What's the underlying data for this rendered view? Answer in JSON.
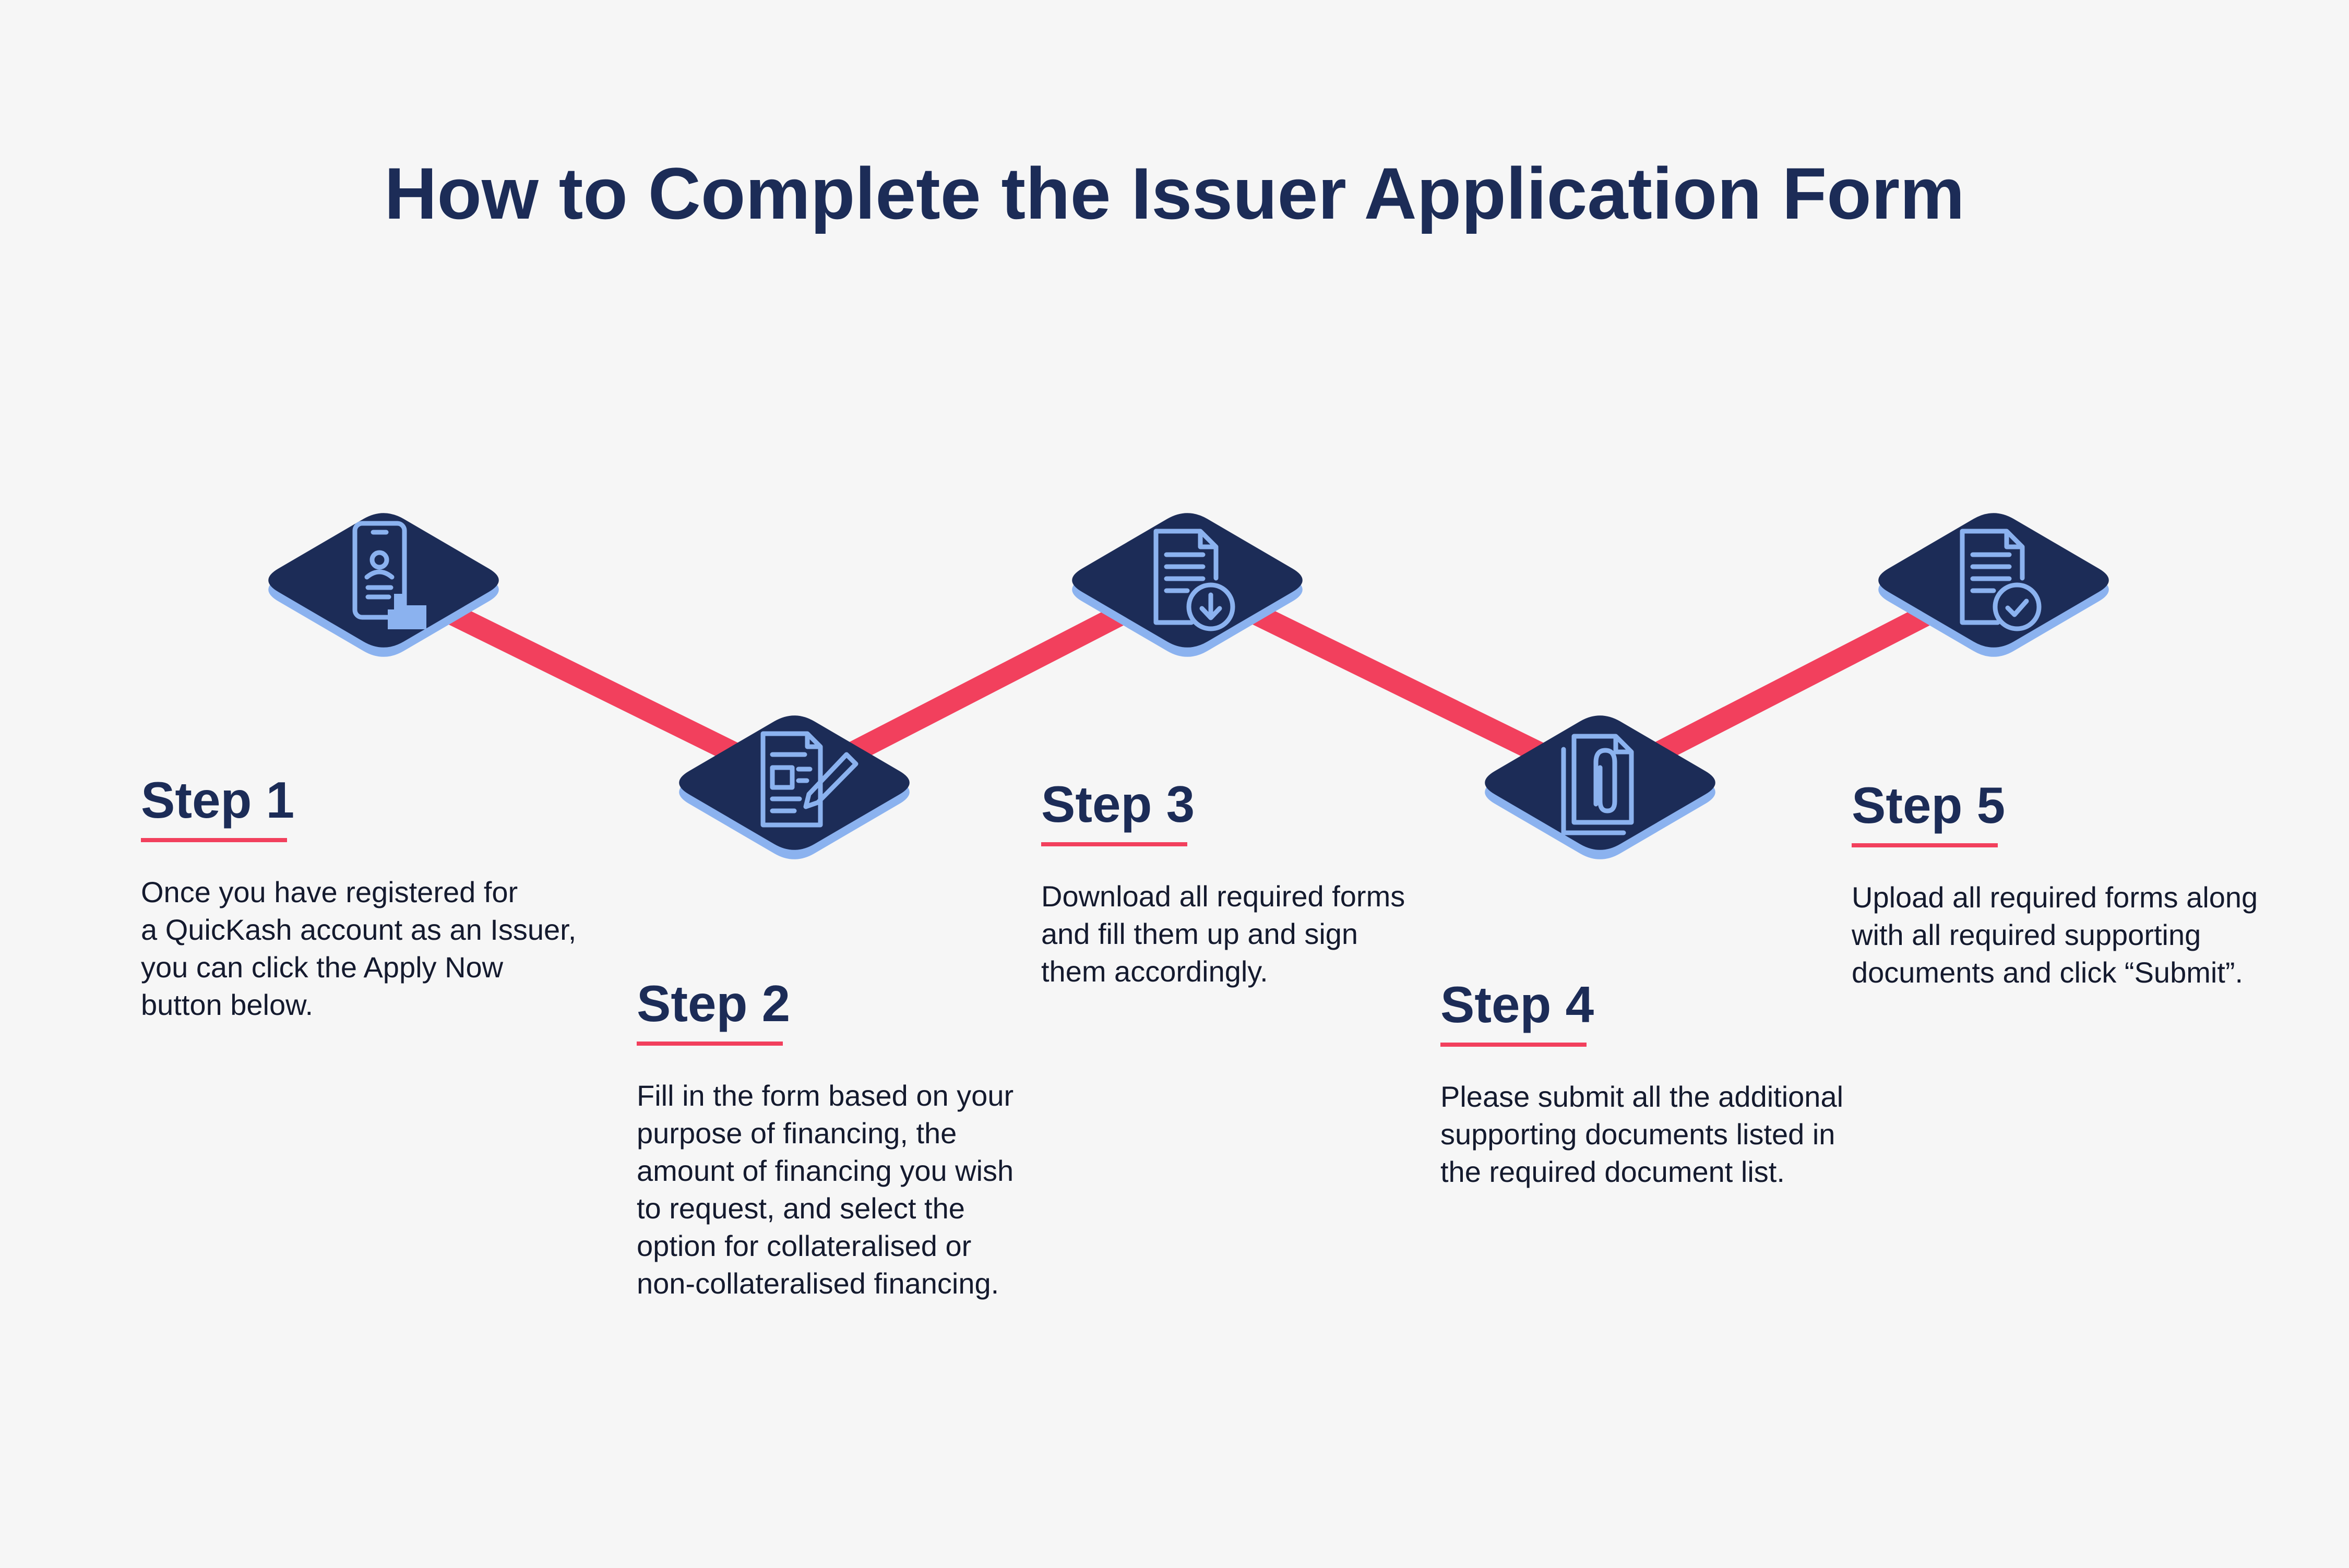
{
  "title": "How to Complete the Issuer Application Form",
  "colors": {
    "connector": "#f2405d",
    "diamond_fill": "#1c2c57",
    "diamond_edge": "#8bb2ef",
    "icon_stroke": "#8bb2ef",
    "heading_text": "#1c2c57",
    "underline": "#f2405d",
    "background": "#f6f6f6"
  },
  "steps": [
    {
      "heading": "Step 1",
      "icon": "phone-tap-icon",
      "lines": [
        "Once you have registered for",
        "a QuicKash account as an Issuer,",
        "you can click the Apply Now",
        "button below."
      ]
    },
    {
      "heading": "Step 2",
      "icon": "form-edit-icon",
      "lines": [
        "Fill in the form based on your",
        "purpose of financing, the",
        "amount of financing you wish",
        "to request, and select the",
        "option for collateralised or",
        "non-collateralised financing."
      ]
    },
    {
      "heading": "Step 3",
      "icon": "document-download-icon",
      "lines": [
        "Download all required forms",
        "and fill them up and sign",
        "them accordingly."
      ]
    },
    {
      "heading": "Step 4",
      "icon": "document-attachment-icon",
      "lines": [
        "Please submit all the additional",
        "supporting documents listed in",
        "the required document list."
      ]
    },
    {
      "heading": "Step 5",
      "icon": "document-check-icon",
      "lines": [
        "Upload all required forms along",
        "with all required supporting",
        "documents and click “Submit”."
      ]
    }
  ]
}
